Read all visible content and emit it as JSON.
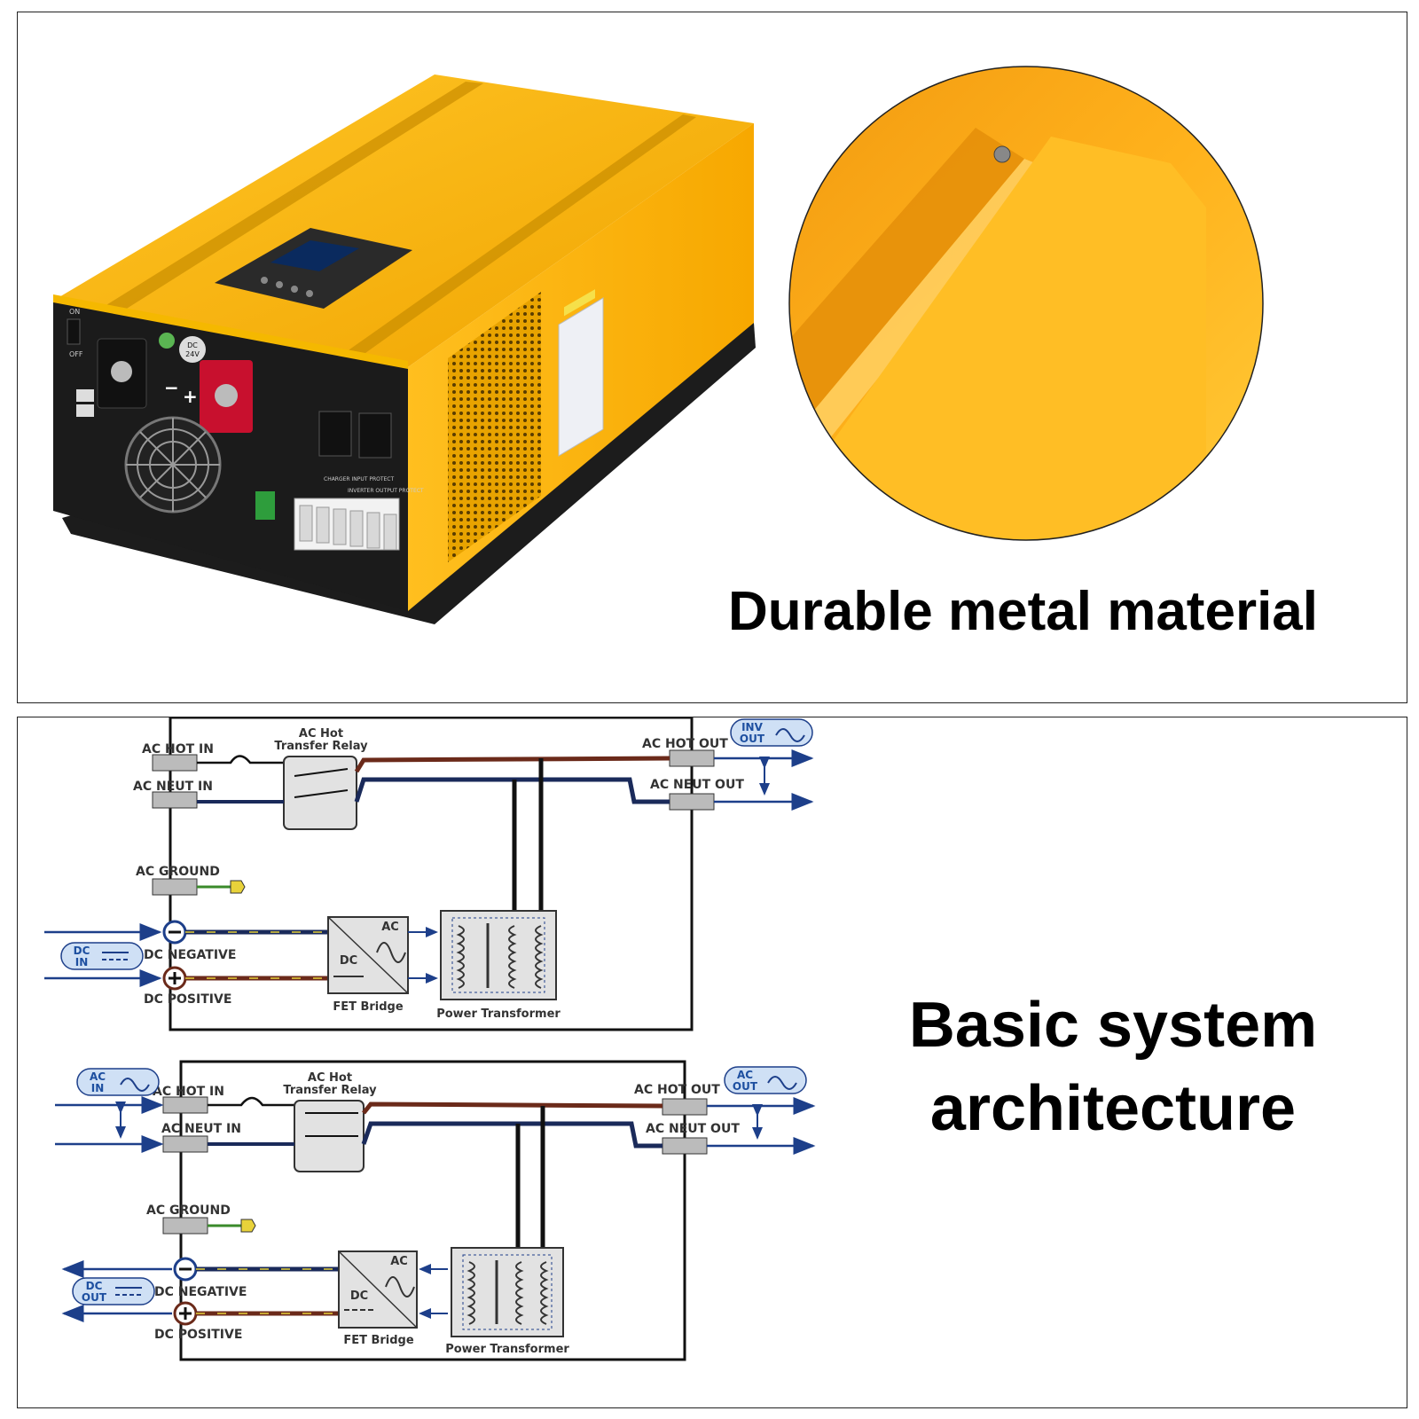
{
  "top": {
    "caption": "Durable metal material",
    "device": {
      "label_dc": "DC",
      "label_voltage": "24V",
      "label_charger_protect": "CHARGER INPUT PROTECT",
      "label_inverter_protect": "INVERTER OUTPUT PROTECT",
      "label_on": "ON",
      "label_off": "OFF",
      "label_minus": "−",
      "label_plus": "+"
    }
  },
  "bottom": {
    "caption_line1": "Basic system",
    "caption_line2": "architecture",
    "diagram1": {
      "ac_hot_in": "AC HOT IN",
      "ac_neut_in": "AC NEUT IN",
      "relay_line1": "AC Hot",
      "relay_line2": "Transfer Relay",
      "ac_hot_out": "AC HOT OUT",
      "ac_neut_out": "AC NEUT OUT",
      "out_pill_top": "INV",
      "out_pill_bottom": "OUT",
      "ac_ground": "AC GROUND",
      "dc_negative": "DC NEGATIVE",
      "dc_positive": "DC POSITIVE",
      "in_pill_top": "DC",
      "in_pill_bottom": "IN",
      "fet_bridge": "FET Bridge",
      "fet_ac": "AC",
      "fet_dc": "DC",
      "power_transformer": "Power Transformer"
    },
    "diagram2": {
      "in_pill_top": "AC",
      "in_pill_bottom": "IN",
      "ac_hot_in": "AC HOT IN",
      "ac_neut_in": "AC NEUT IN",
      "relay_line1": "AC Hot",
      "relay_line2": "Transfer Relay",
      "ac_hot_out": "AC HOT OUT",
      "ac_neut_out": "AC NEUT OUT",
      "out_pill_top": "AC",
      "out_pill_bottom": "OUT",
      "ac_ground": "AC GROUND",
      "dc_negative": "DC NEGATIVE",
      "dc_positive": "DC POSITIVE",
      "dc_pill_top": "DC",
      "dc_pill_bottom": "OUT",
      "fet_bridge": "FET Bridge",
      "fet_ac": "AC",
      "fet_dc": "DC",
      "power_transformer": "Power Transformer"
    }
  },
  "colors": {
    "housing_yellow": "#f5b800",
    "housing_dark": "#d99a00",
    "panel_black": "#1b1b1b",
    "terminal_red": "#c8102e",
    "wire_brown": "#6b2a1a",
    "wire_navy": "#1a2a5a",
    "arrow_blue": "#1d3f8a",
    "pill_fill": "#cfe0f5",
    "dc_yellow": "#e8d23a"
  }
}
